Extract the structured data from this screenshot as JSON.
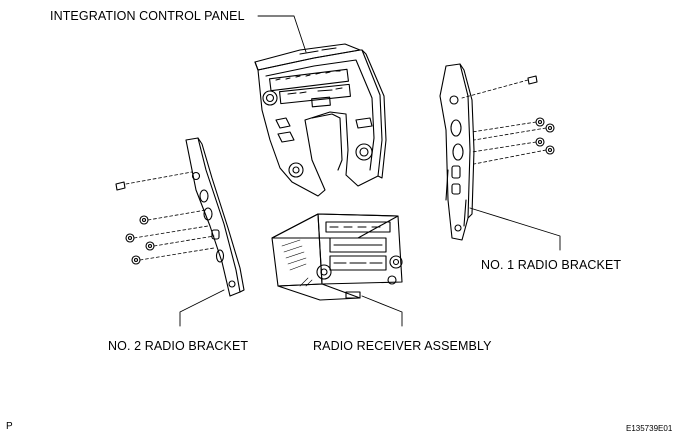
{
  "labels": {
    "integration_control_panel": "INTEGRATION CONTROL PANEL",
    "no1_radio_bracket": "NO. 1 RADIO BRACKET",
    "no2_radio_bracket": "NO. 2 RADIO BRACKET",
    "radio_receiver_assembly": "RADIO RECEIVER ASSEMBLY"
  },
  "corner_mark": "P",
  "figure_code": "E135739E01",
  "colors": {
    "ink": "#000000",
    "background": "#ffffff"
  }
}
